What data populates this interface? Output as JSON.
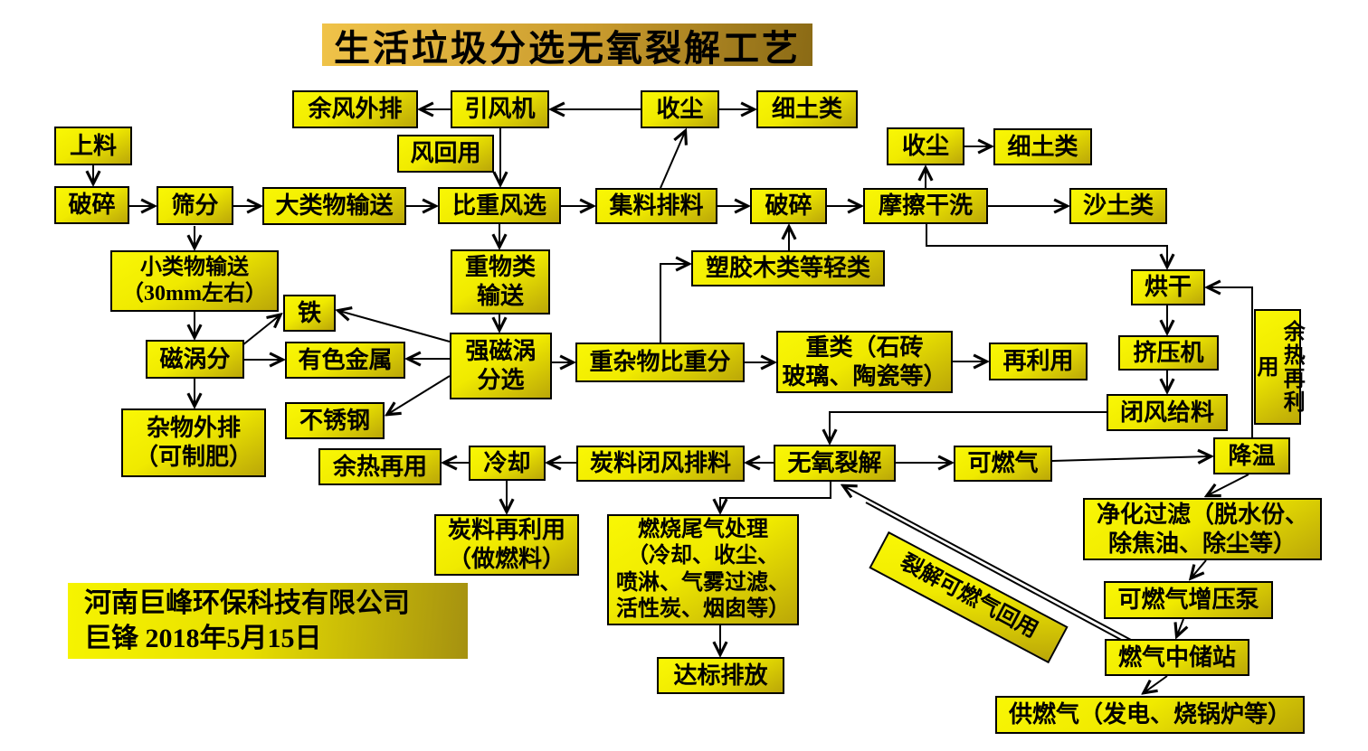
{
  "title": "生活垃圾分选无氧裂解工艺",
  "footer": {
    "company": "河南巨峰环保科技有限公司",
    "author_date": "巨锋  2018年5月15日"
  },
  "colors": {
    "background": "#ffffff",
    "box_fill_light": "#f7f400",
    "box_fill_dark": "#bba708",
    "title_gold_light": "#f0c349",
    "title_gold_dark": "#8a6a15",
    "border": "#000000",
    "text": "#000000"
  },
  "nodes": {
    "shang_liao": "上料",
    "po_sui_1": "破碎",
    "shai_fen": "筛分",
    "da_lei_wu": "大类物输送",
    "bi_zhong": "比重风选",
    "ji_liao": "集料排料",
    "po_sui_2": "破碎",
    "mo_ca": "摩擦干洗",
    "sha_tu": "沙土类",
    "yu_feng_wai_pai": "余风外排",
    "yin_feng_ji": "引风机",
    "shou_chen_1": "收尘",
    "xi_tu_1": "细土类",
    "feng_hui_yong": "风回用",
    "shou_chen_2": "收尘",
    "xi_tu_2": "细土类",
    "xiao_lei_wu": "小类物输送\n（30mm左右）",
    "zhong_wu_lei": "重物类\n输送",
    "su_jiao": "塑胶木类等轻类",
    "tie": "铁",
    "ci_wo_fen": "磁涡分",
    "you_se": "有色金属",
    "bu_xiu_gang": "不锈钢",
    "qiang_ci_wo": "强磁涡\n分选",
    "zhong_za_wu": "重杂物比重分",
    "zhong_lei": "重类（石砖\n玻璃、陶瓷等）",
    "zai_li_yong": "再利用",
    "za_wu_wai_pai": "杂物外排\n（可制肥）",
    "hong_gan": "烘干",
    "ji_ya_ji": "挤压机",
    "yu_re_zai_li_yong": "余热再利用",
    "bi_feng_gei_liao": "闭风给料",
    "jiang_wen": "降温",
    "yu_re_zai_yong": "余热再用",
    "leng_que": "冷却",
    "tan_liao_bi_feng": "炭料闭风排料",
    "wu_yang_lie_jie": "无氧裂解",
    "ke_ran_qi": "可燃气",
    "tan_liao_zai": "炭料再利用\n（做燃料）",
    "ran_shao_wei_qi": "燃烧尾气处理\n（冷却、收尘、\n喷淋、气雾过滤、\n活性炭、烟囱等）",
    "da_biao": "达标排放",
    "jing_hua": "净化过滤（脱水份、\n除焦油、除尘等）",
    "zeng_ya_beng": "可燃气增压泵",
    "chu_zhan": "燃气中储站",
    "gong_ran_qi": "供燃气（发电、烧锅炉等）",
    "lie_jie_hui_yong": "裂解可燃气回用"
  },
  "edges": [
    {
      "from": "yin_feng_ji",
      "to": "yu_feng_wai_pai"
    },
    {
      "from": "shou_chen_1",
      "to": "yin_feng_ji"
    },
    {
      "from": "shou_chen_1",
      "to": "xi_tu_1"
    },
    {
      "from": "yin_feng_ji",
      "to": "bi_zhong",
      "via_label": "feng_hui_yong"
    },
    {
      "from": "shang_liao",
      "to": "po_sui_1"
    },
    {
      "from": "po_sui_1",
      "to": "shai_fen"
    },
    {
      "from": "shai_fen",
      "to": "da_lei_wu"
    },
    {
      "from": "da_lei_wu",
      "to": "bi_zhong"
    },
    {
      "from": "bi_zhong",
      "to": "ji_liao"
    },
    {
      "from": "ji_liao",
      "to": "po_sui_2"
    },
    {
      "from": "po_sui_2",
      "to": "mo_ca"
    },
    {
      "from": "mo_ca",
      "to": "sha_tu"
    },
    {
      "from": "mo_ca",
      "to": "shou_chen_2"
    },
    {
      "from": "shou_chen_2",
      "to": "xi_tu_2"
    },
    {
      "from": "ji_liao",
      "to": "shou_chen_1"
    },
    {
      "from": "shai_fen",
      "to": "xiao_lei_wu"
    },
    {
      "from": "xiao_lei_wu",
      "to": "ci_wo_fen"
    },
    {
      "from": "ci_wo_fen",
      "to": "za_wu_wai_pai"
    },
    {
      "from": "ci_wo_fen",
      "to": "you_se"
    },
    {
      "from": "ci_wo_fen",
      "to": "tie"
    },
    {
      "from": "qiang_ci_wo",
      "to": "tie"
    },
    {
      "from": "qiang_ci_wo",
      "to": "you_se"
    },
    {
      "from": "qiang_ci_wo",
      "to": "bu_xiu_gang"
    },
    {
      "from": "bi_zhong",
      "to": "zhong_wu_lei"
    },
    {
      "from": "zhong_wu_lei",
      "to": "qiang_ci_wo"
    },
    {
      "from": "qiang_ci_wo",
      "to": "zhong_za_wu"
    },
    {
      "from": "zhong_za_wu",
      "to": "zhong_lei"
    },
    {
      "from": "zhong_lei",
      "to": "zai_li_yong"
    },
    {
      "from": "zhong_za_wu",
      "to": "su_jiao"
    },
    {
      "from": "su_jiao",
      "to": "po_sui_2"
    },
    {
      "from": "mo_ca",
      "to": "hong_gan"
    },
    {
      "from": "hong_gan",
      "to": "ji_ya_ji"
    },
    {
      "from": "ji_ya_ji",
      "to": "bi_feng_gei_liao"
    },
    {
      "from": "jiang_wen",
      "to": "hong_gan",
      "via_label": "yu_re_zai_li_yong"
    },
    {
      "from": "bi_feng_gei_liao",
      "to": "wu_yang_lie_jie"
    },
    {
      "from": "wu_yang_lie_jie",
      "to": "tan_liao_bi_feng"
    },
    {
      "from": "tan_liao_bi_feng",
      "to": "leng_que"
    },
    {
      "from": "leng_que",
      "to": "yu_re_zai_yong"
    },
    {
      "from": "leng_que",
      "to": "tan_liao_zai"
    },
    {
      "from": "wu_yang_lie_jie",
      "to": "ke_ran_qi"
    },
    {
      "from": "ke_ran_qi",
      "to": "jiang_wen"
    },
    {
      "from": "wu_yang_lie_jie",
      "to": "ran_shao_wei_qi"
    },
    {
      "from": "ran_shao_wei_qi",
      "to": "da_biao"
    },
    {
      "from": "jiang_wen",
      "to": "jing_hua"
    },
    {
      "from": "jing_hua",
      "to": "zeng_ya_beng"
    },
    {
      "from": "zeng_ya_beng",
      "to": "chu_zhan"
    },
    {
      "from": "chu_zhan",
      "to": "gong_ran_qi"
    },
    {
      "from": "chu_zhan",
      "to": "wu_yang_lie_jie",
      "via_label": "lie_jie_hui_yong"
    }
  ]
}
